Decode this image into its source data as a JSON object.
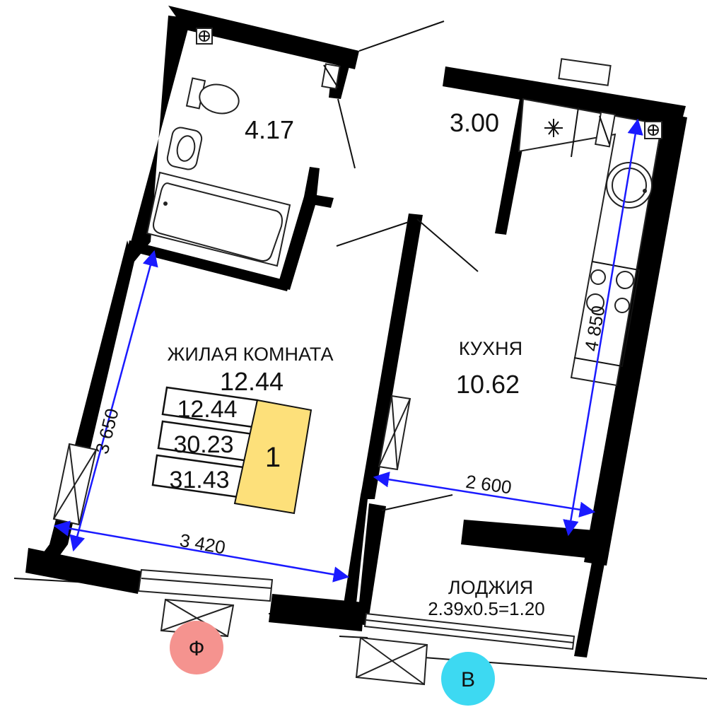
{
  "rooms": {
    "bathroom": {
      "area": "4.17"
    },
    "hall": {
      "area": "3.00"
    },
    "living": {
      "name": "ЖИЛАЯ КОМНАТА",
      "area": "12.44"
    },
    "kitchen": {
      "name": "КУХНЯ",
      "area": "10.62"
    },
    "loggia": {
      "name": "ЛОДЖИЯ",
      "formula": "2.39x0.5=1.20"
    }
  },
  "summary": {
    "living_area": "12.44",
    "total_area": "30.23",
    "total_with_loggia": "31.43",
    "room_count": "1"
  },
  "dimensions": {
    "living_height": "3 650",
    "living_width": "3 420",
    "kitchen_width": "2 600",
    "kitchen_depth": "4 850"
  },
  "orientation": {
    "window_left": "Ф",
    "window_right": "В"
  },
  "colors": {
    "wall": "#000000",
    "dimension": "#1a1aff",
    "room_badge": "#fde07a",
    "marker_f": "#f5938f",
    "marker_v": "#3dd9f2"
  },
  "icons": [
    "toilet-icon",
    "sink-icon",
    "bathtub-icon",
    "stove-icon",
    "kitchen-sink-icon",
    "socket-icon",
    "fan-icon"
  ]
}
